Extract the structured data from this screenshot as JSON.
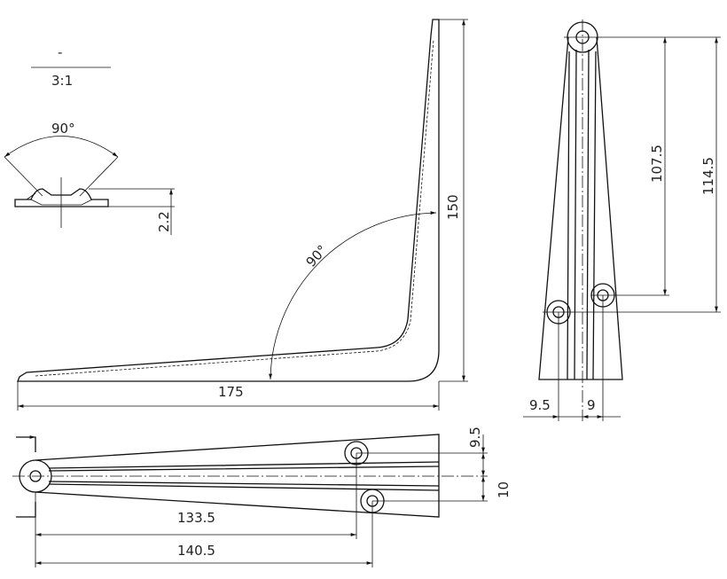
{
  "detail": {
    "label_top": "-",
    "scale": "3:1",
    "angle": "90°",
    "depth": "2.2"
  },
  "front_view": {
    "height": "150",
    "length": "175",
    "angle": "90°"
  },
  "side_view": {
    "hole_spacing_1": "107.5",
    "hole_spacing_2": "114.5",
    "offset_left": "9.5",
    "offset_right": "9"
  },
  "top_view": {
    "offset_1": "9.5",
    "offset_2": "10",
    "length_1": "133.5",
    "length_2": "140.5"
  }
}
